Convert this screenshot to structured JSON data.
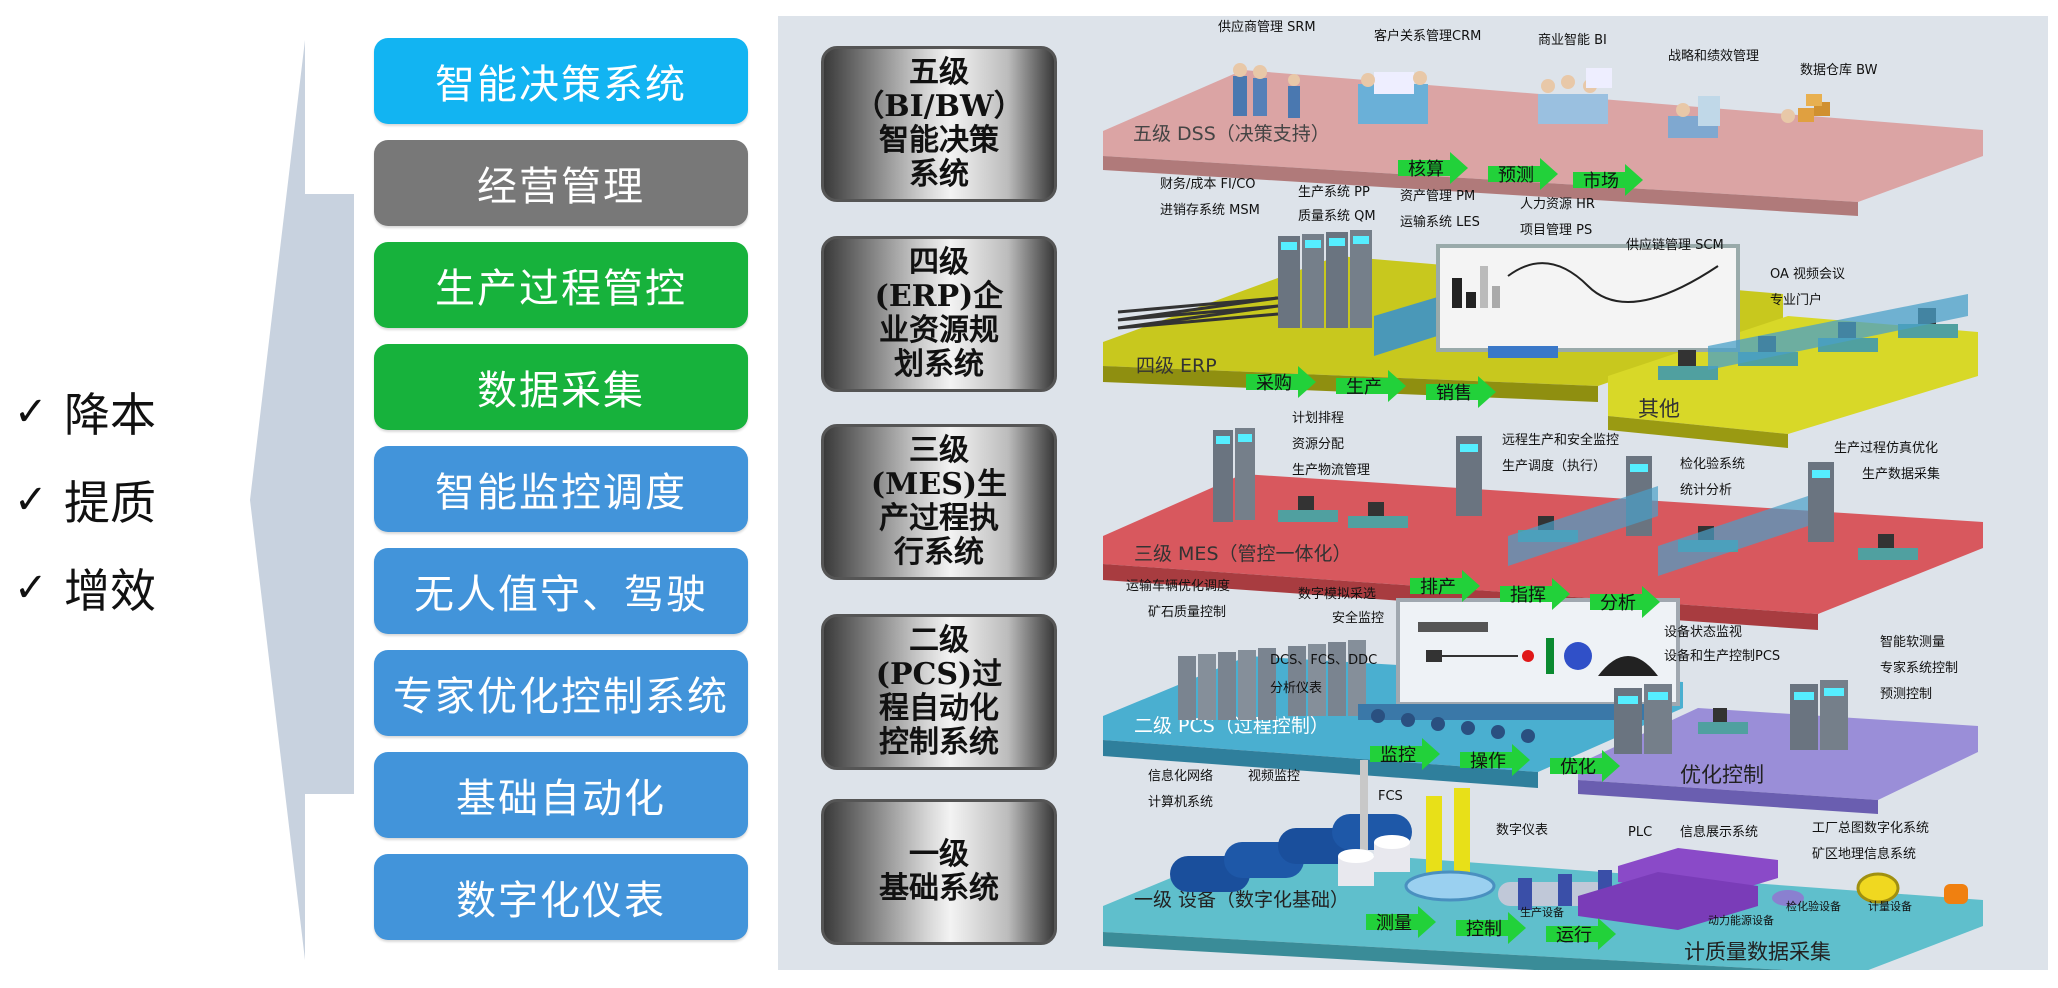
{
  "benefits": [
    "降本",
    "提质",
    "增效"
  ],
  "check_glyph": "✓",
  "buttons": [
    {
      "label": "智能决策系统",
      "color": "#12b4f2"
    },
    {
      "label": "经营管理",
      "color": "#787878"
    },
    {
      "label": "生产过程管控",
      "color": "#17b23c"
    },
    {
      "label": "数据采集",
      "color": "#17b23c"
    },
    {
      "label": "智能监控调度",
      "color": "#4294da"
    },
    {
      "label": "无人值守、驾驶",
      "color": "#4294da"
    },
    {
      "label": "专家优化控制系统",
      "color": "#4294da"
    },
    {
      "label": "基础自动化",
      "color": "#4294da"
    },
    {
      "label": "数字化仪表",
      "color": "#4294da"
    }
  ],
  "levels": [
    {
      "lines": [
        "五级",
        "（BI/BW）",
        "智能决策",
        "系统"
      ]
    },
    {
      "lines": [
        "四级",
        "(ERP)企",
        "业资源规",
        "划系统"
      ]
    },
    {
      "lines": [
        "三级",
        "(MES)生",
        "产过程执",
        "行系统"
      ]
    },
    {
      "lines": [
        "二级",
        "(PCS)过",
        "程自动化",
        "控制系统"
      ]
    },
    {
      "lines": [
        "一级",
        "基础系统"
      ]
    }
  ],
  "platforms": {
    "l5": "五级  DSS（决策支持）",
    "l4": "四级  ERP",
    "l4_other": "其他",
    "l3": "三级  MES（管控一体化）",
    "l2": "二级  PCS（过程控制）",
    "l2_opt": "优化控制",
    "l1": "一级  设备（数字化基础）",
    "l1_right": "计质量数据采集"
  },
  "arrows": {
    "l5": [
      "核算",
      "预测",
      "市场"
    ],
    "l4": [
      "采购",
      "生产",
      "销售"
    ],
    "l3": [
      "排产",
      "指挥",
      "分析"
    ],
    "l2": [
      "监控",
      "操作",
      "优化"
    ],
    "l1": [
      "测量",
      "控制",
      "运行"
    ]
  },
  "annotations": {
    "l5": [
      "供应商管理 SRM",
      "客户关系管理CRM",
      "商业智能 BI",
      "战略和绩效管理",
      "数据仓库 BW"
    ],
    "l4": [
      "财务/成本 FI/CO",
      "进销存系统 MSM",
      "生产系统 PP",
      "质量系统 QM",
      "资产管理 PM",
      "运输系统 LES",
      "人力资源 HR",
      "项目管理 PS",
      "供应链管理 SCM",
      "OA  视频会议",
      "专业门户"
    ],
    "l3": [
      "计划排程",
      "资源分配",
      "生产物流管理",
      "远程生产和安全监控",
      "生产调度（执行）",
      "检化验系统",
      "统计分析",
      "生产过程仿真优化",
      "生产数据采集"
    ],
    "l2": [
      "运输车辆优化调度",
      "矿石质量控制",
      "数字模拟采选",
      "安全监控",
      "DCS、FCS、DDC",
      "分析仪表",
      "设备状态监视",
      "设备和生产控制PCS",
      "智能软测量",
      "专家系统控制",
      "预测控制"
    ],
    "l1": [
      "信息化网络",
      "计算机系统",
      "视频监控",
      "FCS",
      "数字仪表",
      "PLC",
      "信息展示系统",
      "工厂总图数字化系统",
      "矿区地理信息系统",
      "生产设备",
      "动力能源设备",
      "检化验设备",
      "计量设备"
    ]
  },
  "colors": {
    "l5_plat": "#dba4a4",
    "l4_plat": "#c8c81e",
    "l3_plat": "#d8585e",
    "l2_plat": "#4aafd0",
    "l2_opt": "#9a8ed8",
    "l1_plat": "#5fbfcc",
    "arrow": "#22d13a"
  }
}
